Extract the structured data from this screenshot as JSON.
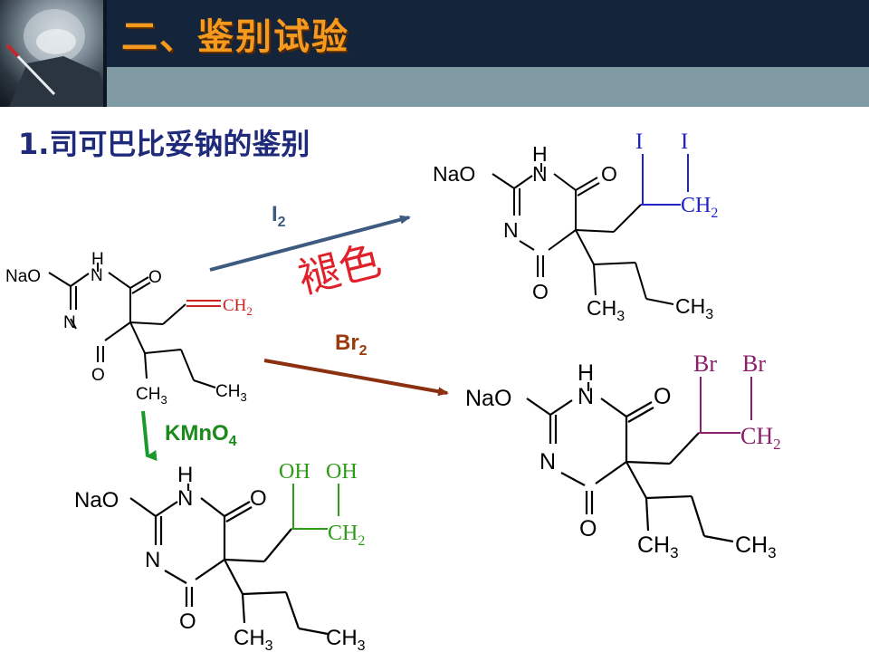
{
  "header": {
    "title": "二、鉴别试验"
  },
  "section": {
    "subtitle": "1.司可巴比妥钠的鉴别"
  },
  "atoms": {
    "nao": "NaO",
    "h": "H",
    "n": "N",
    "o": "O",
    "ch": "CH",
    "sub3": "3",
    "sub2": "2"
  },
  "reactions": {
    "iodine": {
      "reagent": "I",
      "reagent_sub": "2",
      "substituent": "I"
    },
    "bromine": {
      "reagent": "Br",
      "reagent_sub": "2",
      "substituent": "Br"
    },
    "permanganate": {
      "reagent": "KMnO",
      "reagent_sub": "4",
      "substituent": "OH"
    }
  },
  "annotation": {
    "decolor": "褪色"
  },
  "colors": {
    "title": "#f59a1e",
    "subtitle": "#1f2a7a",
    "arrow_iodine": "#3d5a80",
    "arrow_bromine": "#8b3010",
    "arrow_permanganate": "#1a9a2a",
    "iodine_group": "#1f22c8",
    "bromine_group": "#8a1f6a",
    "hydroxyl_group": "#2e9a1a",
    "reagent_bromine": "#9b3a0a",
    "reagent_permanganate": "#1a8a1a",
    "decolor_text": "#e0202a",
    "vinyl_group": "#d02020"
  }
}
